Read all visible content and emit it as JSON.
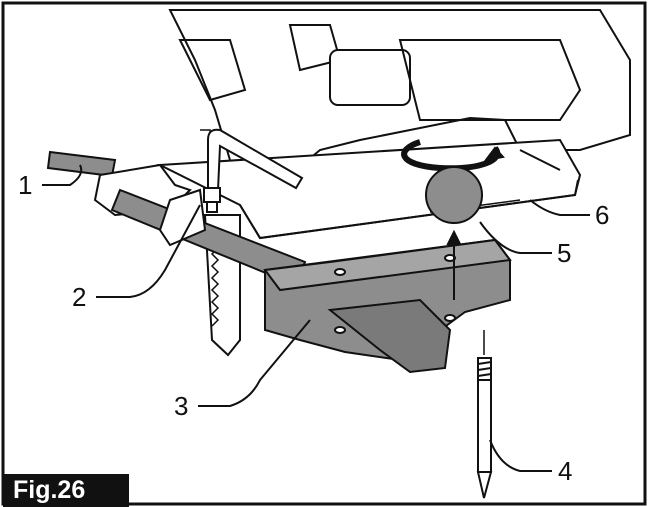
{
  "figure": {
    "label": "Fig.26",
    "callouts": [
      "1",
      "2",
      "3",
      "4",
      "5",
      "6"
    ]
  },
  "colors": {
    "ink": "#111111",
    "panel_fill": "#8d8d8d",
    "light_fill": "#d9d9d9",
    "label_bg": "#111111",
    "label_text": "#ffffff"
  }
}
